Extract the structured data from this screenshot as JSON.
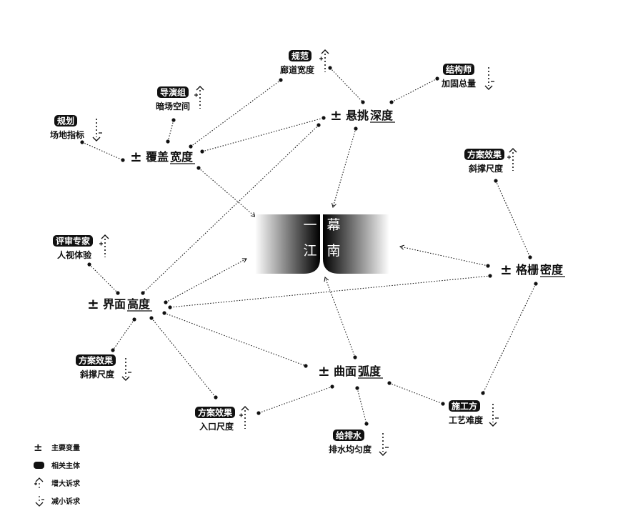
{
  "center": {
    "chars": [
      "一",
      "江",
      "幕",
      "南"
    ]
  },
  "pm_symbol": "±",
  "variables": [
    {
      "id": "v-overhang",
      "prefix": "悬挑",
      "underlined": "深度"
    },
    {
      "id": "v-coverage",
      "prefix": "覆盖",
      "underlined": "宽度"
    },
    {
      "id": "v-grille",
      "prefix": "格栅",
      "underlined": "密度"
    },
    {
      "id": "v-interface",
      "prefix": "界面",
      "underlined": "高度"
    },
    {
      "id": "v-curve",
      "prefix": "曲面",
      "underlined": "弧度"
    }
  ],
  "subjects": [
    {
      "tag": "规范",
      "label": "廊道宽度",
      "demand": "increase"
    },
    {
      "tag": "结构师",
      "label": "加固总量",
      "demand": "decrease"
    },
    {
      "tag": "导演组",
      "label": "暗场空间",
      "demand": "increase"
    },
    {
      "tag": "规划",
      "label": "场地指标",
      "demand": "decrease"
    },
    {
      "tag": "方案效果",
      "label": "斜撑尺度",
      "demand": "increase"
    },
    {
      "tag": "评审专家",
      "label": "人视体验",
      "demand": "increase"
    },
    {
      "tag": "方案效果",
      "label": "斜撑尺度",
      "demand": "decrease"
    },
    {
      "tag": "方案效果",
      "label": "入口尺度",
      "demand": "increase"
    },
    {
      "tag": "给排水",
      "label": "排水均匀度",
      "demand": "decrease"
    },
    {
      "tag": "施工方",
      "label": "工艺难度",
      "demand": "decrease"
    }
  ],
  "legend": [
    {
      "icon": "plus-minus-icon",
      "label": "主要变量"
    },
    {
      "icon": "subject-tag-icon",
      "label": "相关主体"
    },
    {
      "icon": "increase-arrow-icon",
      "label": "增大诉求"
    },
    {
      "icon": "decrease-arrow-icon",
      "label": "减小诉求"
    }
  ],
  "colors": {
    "ink": "#111111",
    "background": "#ffffff"
  }
}
